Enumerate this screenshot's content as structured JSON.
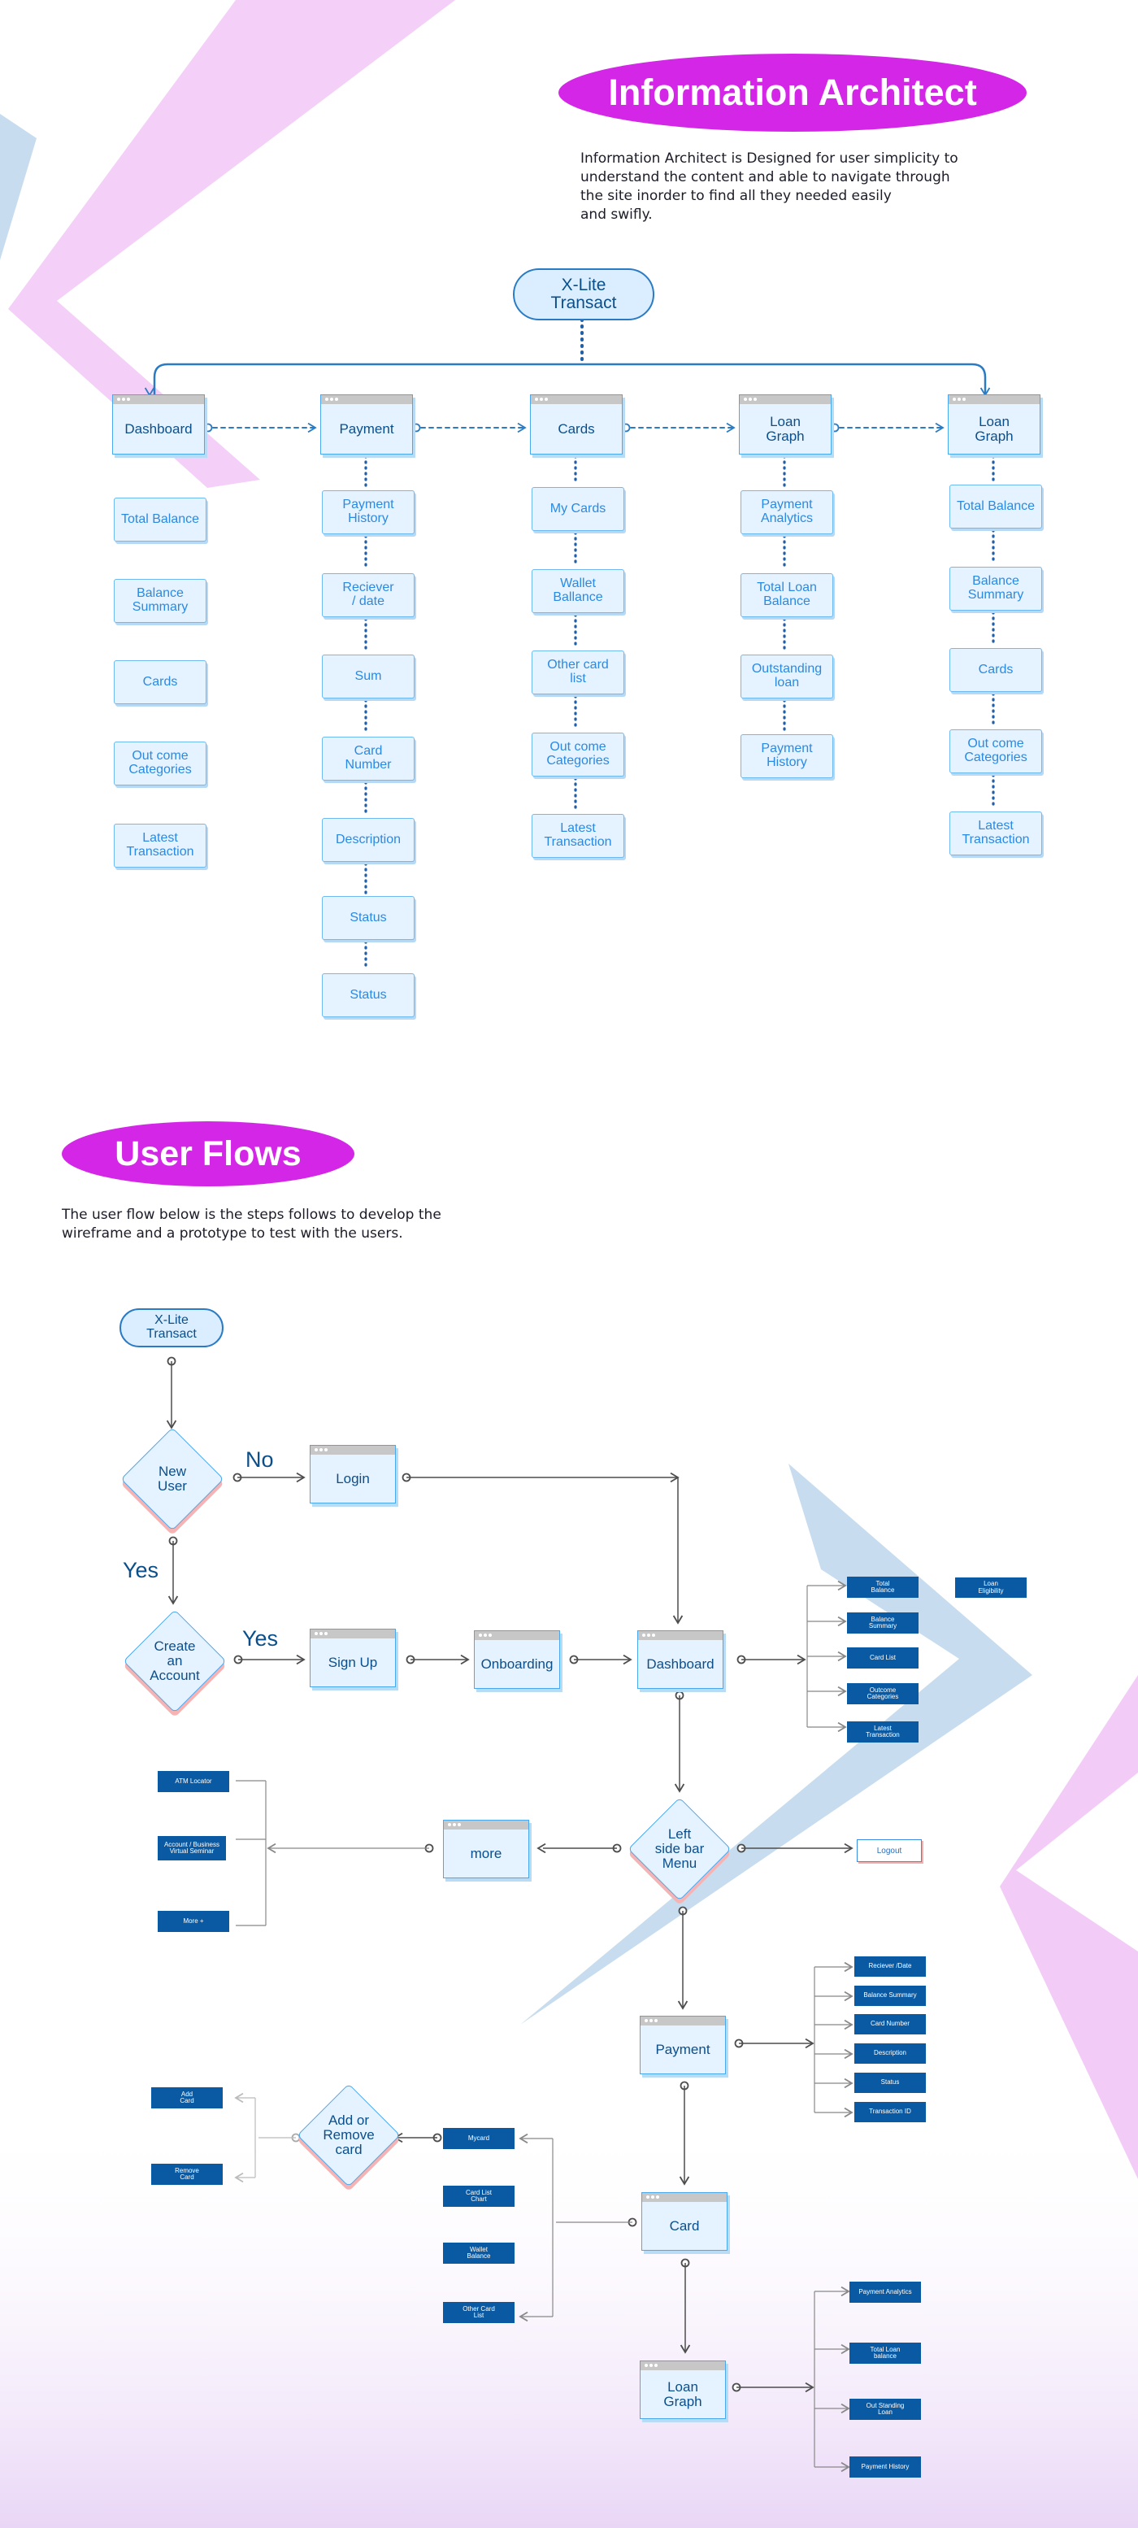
{
  "ia": {
    "title": "Information Architect",
    "intro": "Information Architect is Designed for user simplicity to\nunderstand the content and able to navigate through\nthe site inorder to find all they needed easily\nand swifly.",
    "root": "X-Lite\nTransact",
    "columns": [
      {
        "header": "Dashboard",
        "items": [
          "Total Balance",
          "Balance\nSummary",
          "Cards",
          "Out come\nCategories",
          "Latest\nTransaction"
        ]
      },
      {
        "header": "Payment",
        "items": [
          "Payment\nHistory",
          "Reciever\n/ date",
          "Sum",
          "Card\nNumber",
          "Description",
          "Status",
          "Status"
        ]
      },
      {
        "header": "Cards",
        "items": [
          "My Cards",
          "Wallet\nBallance",
          "Other card\nlist",
          "Out come\nCategories",
          "Latest\nTransaction"
        ]
      },
      {
        "header": "Loan\nGraph",
        "items": [
          "Payment\nAnalytics",
          "Total Loan\nBalance",
          "Outstanding\nloan",
          "Payment\nHistory"
        ]
      },
      {
        "header": "Loan\nGraph",
        "items": [
          "Total Balance",
          "Balance\nSummary",
          "Cards",
          "Out come\nCategories",
          "Latest\nTransaction"
        ]
      }
    ]
  },
  "uf": {
    "title": "User Flows",
    "intro": "The user flow below is the steps follows to develop the\nwireframe and a prototype to test with the users.",
    "start": "X-Lite\nTransact",
    "decisions": {
      "new_user": "New\nUser",
      "create_account": "Create\nan\nAccount",
      "left_menu": "Left\nside bar\nMenu",
      "add_remove": "Add or\nRemove\ncard"
    },
    "labels": {
      "no": "No",
      "yes_down": "Yes",
      "yes_right": "Yes"
    },
    "screens": {
      "login": "Login",
      "signup": "Sign Up",
      "onboarding": "Onboarding",
      "dashboard": "Dashboard",
      "more": "more",
      "payment": "Payment",
      "card": "Card",
      "loan_graph": "Loan\nGraph"
    },
    "dashboard_items": [
      "Total\nBalance",
      "Balance\nSummary",
      "Card List",
      "Outcome\nCategories",
      "Latest\nTransaction"
    ],
    "loan_eligibility": "Loan\nEligibility",
    "more_items": [
      "ATM Locator",
      "Account / Business\nVirtual Seminar",
      "More +"
    ],
    "logout": "Logout",
    "payment_items": [
      "Reciever /Date",
      "Balance Summary",
      "Card Number",
      "Description",
      "Status",
      "Transaction ID"
    ],
    "card_items": [
      "Mycard",
      "Card List\nChart",
      "Wallet\nBalance",
      "Other Card\nList"
    ],
    "add_remove_items": [
      "Add\nCard",
      "Remove\nCard"
    ],
    "loan_items": [
      "Payment Analytics",
      "Total Loan\nbalance",
      "Out Standing\nLoan",
      "Payment History"
    ]
  }
}
